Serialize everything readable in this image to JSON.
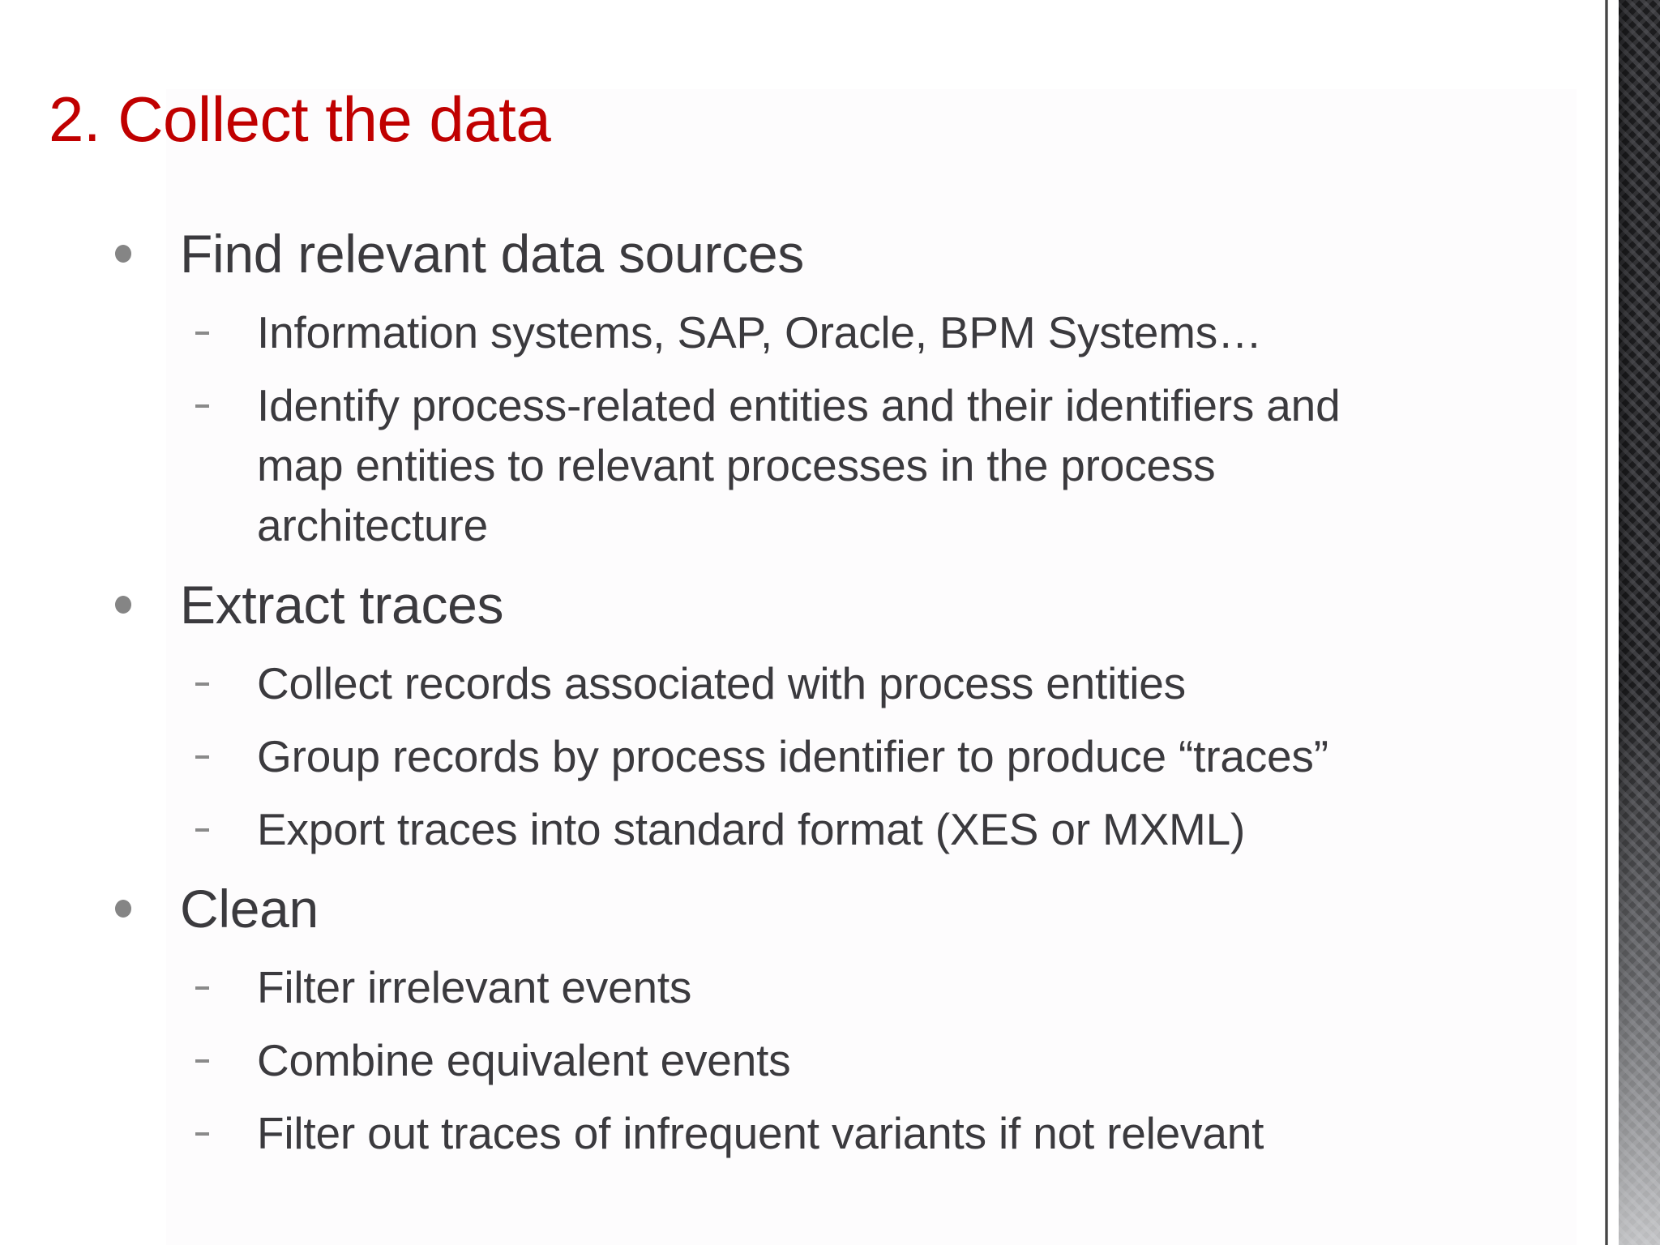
{
  "slide": {
    "title": "2. Collect the data",
    "title_color": "#c00000",
    "text_color": "#3b3a3e",
    "bullet_color": "#858585",
    "sections": [
      {
        "heading": "Find relevant data sources",
        "items": [
          "Information systems, SAP, Oracle, BPM Systems…",
          "Identify process-related entities and their identifiers and map entities to relevant processes in the process architecture"
        ],
        "item_lines": {
          "1": [
            "Identify process-related entities and their identifiers and",
            "map entities to relevant processes in the process",
            "architecture"
          ]
        }
      },
      {
        "heading": "Extract traces",
        "items": [
          "Collect records associated with process entities",
          "Group records by process identifier to produce “traces”",
          "Export traces into standard format (XES or MXML)"
        ]
      },
      {
        "heading": "Clean",
        "items": [
          "Filter irrelevant events",
          "Combine equivalent events",
          "Filter out traces of infrequent variants if not relevant"
        ]
      }
    ]
  },
  "decor": {
    "right_border": "carbon-fiber-texture"
  }
}
